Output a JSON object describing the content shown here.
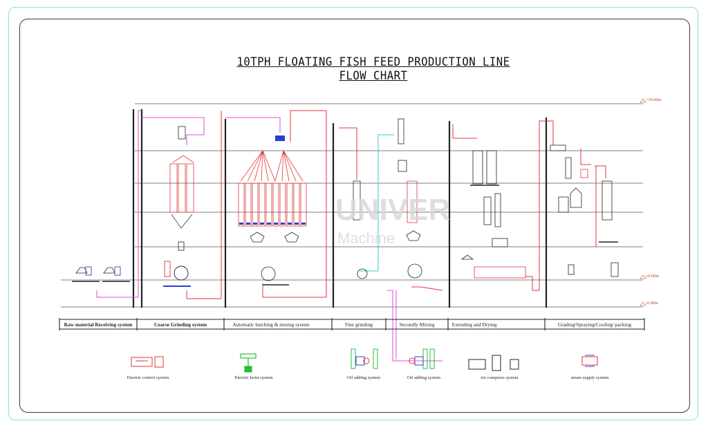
{
  "title": "10TPH FLOATING FISH FEED PRODUCTION LINE FLOW CHART",
  "levels": {
    "top": "+30.00m",
    "mid": "±0.00m",
    "low": "-6.00m"
  },
  "watermark": {
    "brand": "UNIVER",
    "sub": "Machine"
  },
  "sections": [
    "Raw material Receiving system",
    "Coarse Grinding system",
    "Automatic batching & mixing system",
    "Fine grinding",
    "Secondly Mixing",
    "Extruding and Drying",
    "Grading/Spraying/Cooling/ packing"
  ],
  "aux_systems": [
    {
      "label": "Electric control system",
      "icon": "control-cabinet-icon"
    },
    {
      "label": "Electric hoist system",
      "icon": "hoist-icon"
    },
    {
      "label": "Oil adding system",
      "icon": "oil-tank-icon"
    },
    {
      "label": "Oil adding system",
      "icon": "oil-tank-icon"
    },
    {
      "label": "Air compress system",
      "icon": "air-compressor-icon"
    },
    {
      "label": "steam supply system",
      "icon": "boiler-icon"
    }
  ],
  "colors": {
    "frame_outer": "#7fe3ea",
    "red_pipe": "#e0333a",
    "magenta_pipe": "#e04ad6",
    "cyan_pipe": "#36c7d6",
    "green": "#22c038",
    "blue": "#2b3fd1"
  }
}
